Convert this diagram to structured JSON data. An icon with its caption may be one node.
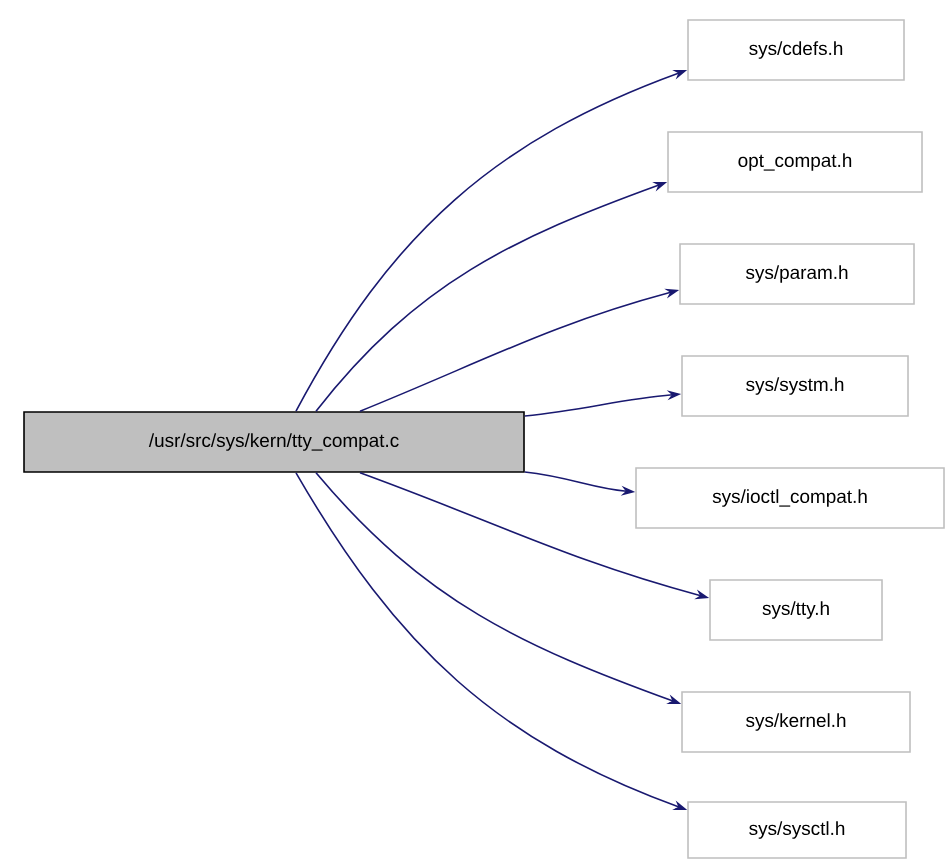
{
  "diagram": {
    "nodes": [
      {
        "text": [
          "/usr/src/sys/kern/tty_compat.c"
        ]
      },
      {
        "text": [
          "sys/cdefs.h"
        ]
      },
      {
        "text": [
          "opt_compat.h"
        ]
      },
      {
        "text": [
          "sys/param.h"
        ]
      },
      {
        "text": [
          "sys/systm.h"
        ]
      },
      {
        "text": [
          "sys/ioctl_compat.h"
        ]
      },
      {
        "text": [
          "sys/tty.h"
        ]
      },
      {
        "text": [
          "sys/kernel.h"
        ]
      },
      {
        "text": [
          "sys/sysctl.h"
        ]
      }
    ],
    "edges": [
      {
        "from": 0,
        "to": 1,
        "arrow": "to"
      },
      {
        "from": 0,
        "to": 2,
        "arrow": "to"
      },
      {
        "from": 0,
        "to": 3,
        "arrow": "to"
      },
      {
        "from": 0,
        "to": 4,
        "arrow": "to"
      },
      {
        "from": 0,
        "to": 5,
        "arrow": "to"
      },
      {
        "from": 0,
        "to": 6,
        "arrow": "to"
      },
      {
        "from": 0,
        "to": 7,
        "arrow": "to"
      },
      {
        "from": 0,
        "to": 8,
        "arrow": "to"
      }
    ]
  }
}
